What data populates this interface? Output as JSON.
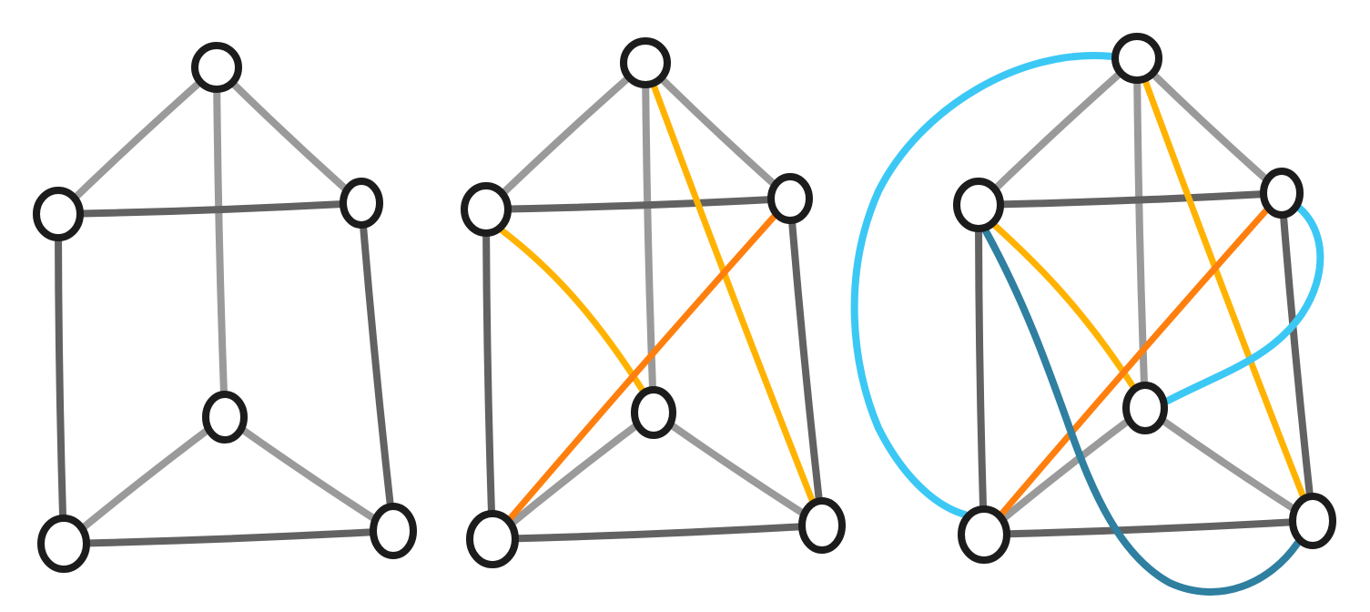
{
  "colors": {
    "background": "#ffffff",
    "node_stroke": "#1c1c1c",
    "node_fill": "#ffffff",
    "edge_light_gray": "#9a9a9a",
    "edge_dark_gray": "#626262",
    "edge_yellow": "#ffb300",
    "edge_orange": "#ff7f0e",
    "edge_light_blue": "#3cc8f5",
    "edge_teal_blue": "#2e7fa0"
  },
  "graphs": [
    {
      "nodes": [
        "top",
        "left",
        "right",
        "center",
        "bottom-left",
        "bottom-right"
      ],
      "edges": [
        {
          "from": "top",
          "to": "left",
          "color": "edge_light_gray"
        },
        {
          "from": "top",
          "to": "right",
          "color": "edge_light_gray"
        },
        {
          "from": "top",
          "to": "center",
          "color": "edge_light_gray"
        },
        {
          "from": "center",
          "to": "bottom-left",
          "color": "edge_light_gray"
        },
        {
          "from": "center",
          "to": "bottom-right",
          "color": "edge_light_gray"
        },
        {
          "from": "left",
          "to": "right",
          "color": "edge_dark_gray"
        },
        {
          "from": "left",
          "to": "bottom-left",
          "color": "edge_dark_gray"
        },
        {
          "from": "right",
          "to": "bottom-right",
          "color": "edge_dark_gray"
        },
        {
          "from": "bottom-left",
          "to": "bottom-right",
          "color": "edge_dark_gray"
        }
      ]
    },
    {
      "nodes": [
        "top",
        "left",
        "right",
        "center",
        "bottom-left",
        "bottom-right"
      ],
      "edges": [
        {
          "from": "top",
          "to": "left",
          "color": "edge_light_gray"
        },
        {
          "from": "top",
          "to": "right",
          "color": "edge_light_gray"
        },
        {
          "from": "top",
          "to": "center",
          "color": "edge_light_gray"
        },
        {
          "from": "center",
          "to": "bottom-left",
          "color": "edge_light_gray"
        },
        {
          "from": "center",
          "to": "bottom-right",
          "color": "edge_light_gray"
        },
        {
          "from": "left",
          "to": "right",
          "color": "edge_dark_gray"
        },
        {
          "from": "left",
          "to": "bottom-left",
          "color": "edge_dark_gray"
        },
        {
          "from": "right",
          "to": "bottom-right",
          "color": "edge_dark_gray"
        },
        {
          "from": "bottom-left",
          "to": "bottom-right",
          "color": "edge_dark_gray"
        },
        {
          "from": "top",
          "to": "bottom-right",
          "color": "edge_yellow"
        },
        {
          "from": "left",
          "to": "center",
          "color": "edge_yellow"
        },
        {
          "from": "right",
          "to": "bottom-left",
          "color": "edge_orange"
        }
      ]
    },
    {
      "nodes": [
        "top",
        "left",
        "right",
        "center",
        "bottom-left",
        "bottom-right"
      ],
      "edges": [
        {
          "from": "top",
          "to": "left",
          "color": "edge_light_gray"
        },
        {
          "from": "top",
          "to": "right",
          "color": "edge_light_gray"
        },
        {
          "from": "top",
          "to": "center",
          "color": "edge_light_gray"
        },
        {
          "from": "center",
          "to": "bottom-left",
          "color": "edge_light_gray"
        },
        {
          "from": "center",
          "to": "bottom-right",
          "color": "edge_light_gray"
        },
        {
          "from": "left",
          "to": "right",
          "color": "edge_dark_gray"
        },
        {
          "from": "left",
          "to": "bottom-left",
          "color": "edge_dark_gray"
        },
        {
          "from": "right",
          "to": "bottom-right",
          "color": "edge_dark_gray"
        },
        {
          "from": "bottom-left",
          "to": "bottom-right",
          "color": "edge_dark_gray"
        },
        {
          "from": "top",
          "to": "bottom-right",
          "color": "edge_yellow"
        },
        {
          "from": "left",
          "to": "center",
          "color": "edge_yellow"
        },
        {
          "from": "right",
          "to": "bottom-left",
          "color": "edge_orange"
        },
        {
          "from": "top",
          "to": "bottom-left",
          "color": "edge_light_blue"
        },
        {
          "from": "right",
          "to": "center",
          "color": "edge_light_blue"
        },
        {
          "from": "left",
          "to": "bottom-right",
          "color": "edge_teal_blue"
        }
      ]
    }
  ]
}
